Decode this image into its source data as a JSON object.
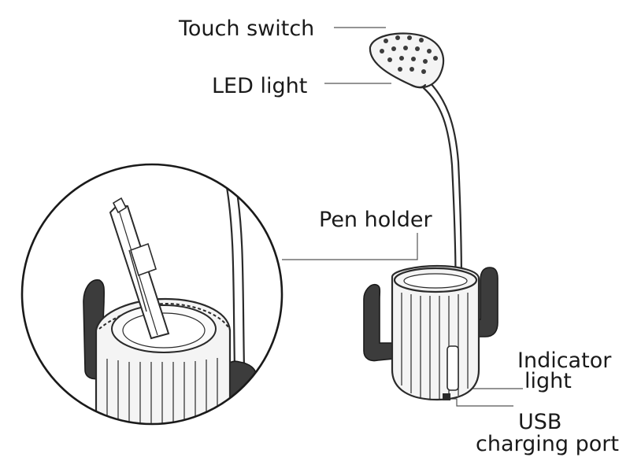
{
  "labels": {
    "touch_switch": "Touch switch",
    "led_light": "LED light",
    "pen_holder": "Pen holder",
    "indicator_light_1": "Indicator",
    "indicator_light_2": "light",
    "usb_port_1": "USB",
    "usb_port_2": "charging port"
  }
}
